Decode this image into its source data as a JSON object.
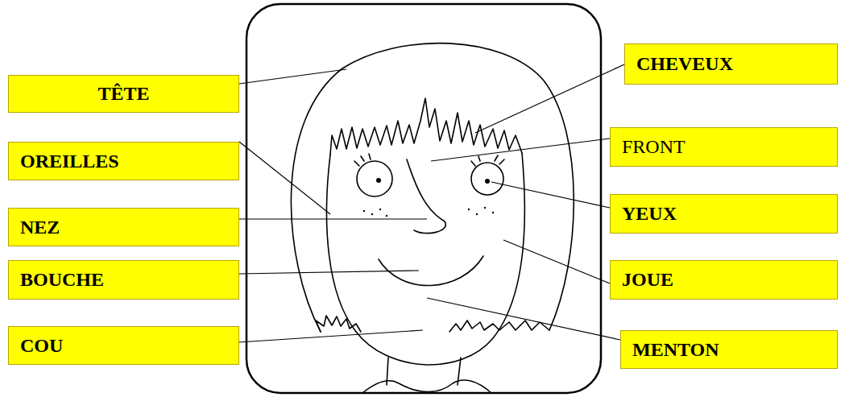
{
  "diagram": {
    "nodes": [
      {
        "text": [
          "TÊTE"
        ]
      },
      {
        "text": [
          "CHEVEUX"
        ]
      },
      {
        "text": [
          "OREILLES"
        ]
      },
      {
        "text": [
          "FRONT"
        ]
      },
      {
        "text": [
          "NEZ"
        ]
      },
      {
        "text": [
          "YEUX"
        ]
      },
      {
        "text": [
          "BOUCHE"
        ]
      },
      {
        "text": [
          "JOUE"
        ]
      },
      {
        "text": [
          "COU"
        ]
      },
      {
        "text": [
          "MENTON"
        ]
      }
    ]
  }
}
